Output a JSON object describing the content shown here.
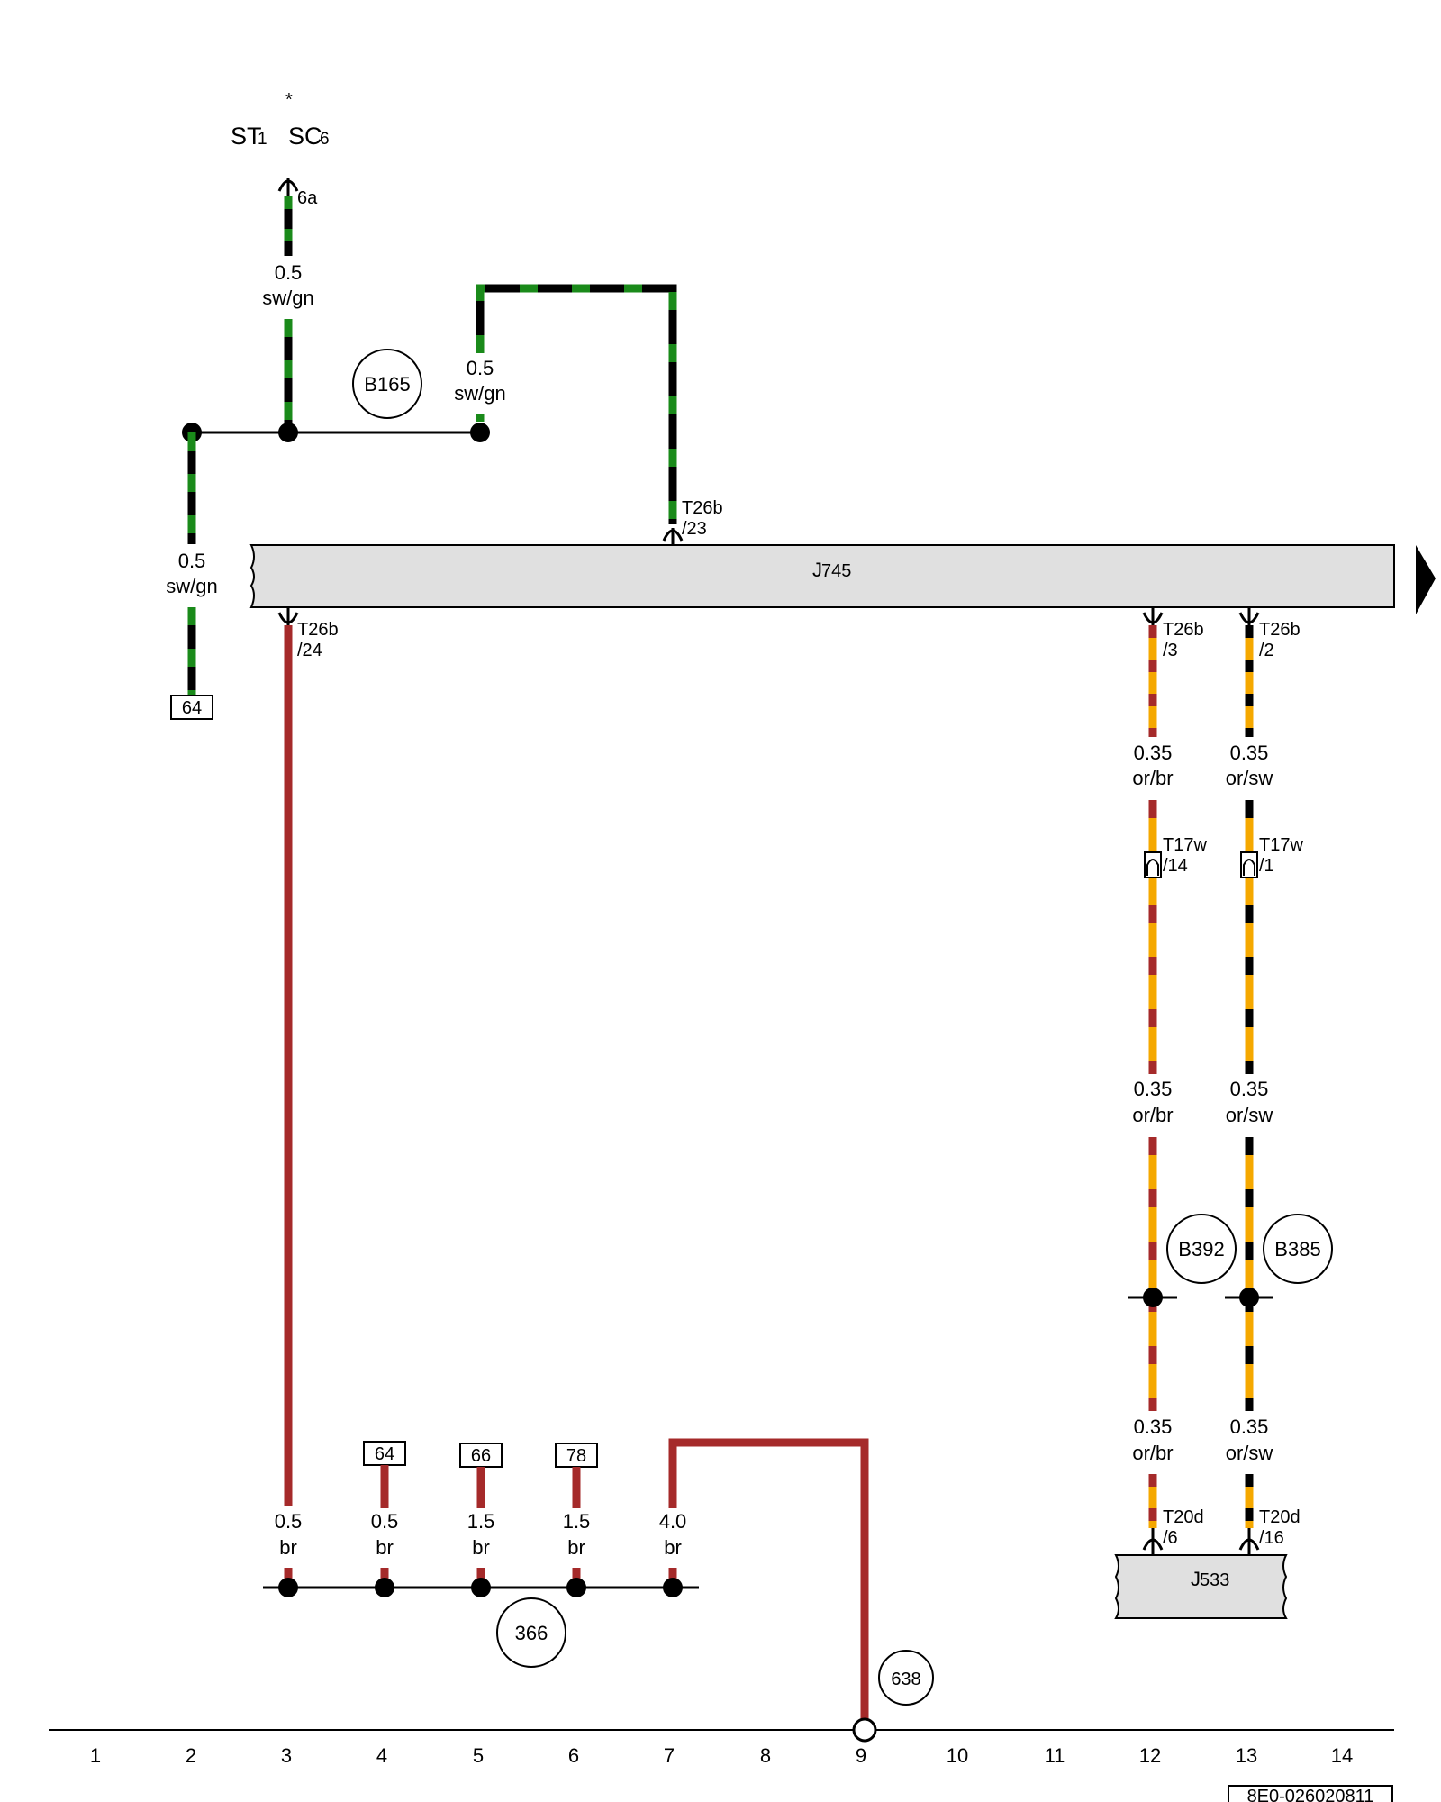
{
  "header": {
    "fuse_st": "ST",
    "fuse_st_num": "1",
    "fuse_sc": "SC",
    "fuse_sc_num": "6",
    "asterisk": "*",
    "fuse_terminal": "6a"
  },
  "components": {
    "j745_prefix": "J",
    "j745_num": "745",
    "j533_prefix": "J",
    "j533_num": "533"
  },
  "connectors": {
    "c_t26b_23_a": "T26b",
    "c_t26b_23_b": "/23",
    "c_t26b_24_a": "T26b",
    "c_t26b_24_b": "/24",
    "c_t26b_3_a": "T26b",
    "c_t26b_3_b": "/3",
    "c_t26b_2_a": "T26b",
    "c_t26b_2_b": "/2",
    "c_t17w_14_a": "T17w",
    "c_t17w_14_b": "/14",
    "c_t17w_1_a": "T17w",
    "c_t17w_1_b": "/1",
    "c_t20d_6_a": "T20d",
    "c_t20d_6_b": "/6",
    "c_t20d_16_a": "T20d",
    "c_t20d_16_b": "/16"
  },
  "wires": {
    "w_sc6_size": "0.5",
    "w_sc6_color": "sw/gn",
    "w_b165_size": "0.5",
    "w_b165_color": "sw/gn",
    "w_64a_size": "0.5",
    "w_64a_color": "sw/gn",
    "w_orbr1_size": "0.35",
    "w_orbr1_color": "or/br",
    "w_orsw1_size": "0.35",
    "w_orsw1_color": "or/sw",
    "w_orbr2_size": "0.35",
    "w_orbr2_color": "or/br",
    "w_orsw2_size": "0.35",
    "w_orsw2_color": "or/sw",
    "w_orbr3_size": "0.35",
    "w_orbr3_color": "or/br",
    "w_orsw3_size": "0.35",
    "w_orsw3_color": "or/sw",
    "w_br3_size": "0.5",
    "w_br3_color": "br",
    "w_br4_size": "0.5",
    "w_br4_color": "br",
    "w_br5_size": "1.5",
    "w_br5_color": "br",
    "w_br6_size": "1.5",
    "w_br6_color": "br",
    "w_br7_size": "4.0",
    "w_br7_color": "br"
  },
  "splices": {
    "b165": "B165",
    "b392": "B392",
    "b385": "B385",
    "s366": "366",
    "s638": "638"
  },
  "refs": {
    "ref_64_top": "64",
    "ref_64_bottom": "64",
    "ref_66": "66",
    "ref_78": "78"
  },
  "ruler": [
    "1",
    "2",
    "3",
    "4",
    "5",
    "6",
    "7",
    "8",
    "9",
    "10",
    "11",
    "12",
    "13",
    "14"
  ],
  "footer": {
    "drawing_code": "8E0-026020811"
  },
  "colors": {
    "sw": "#000000",
    "gn": "#1a8a1a",
    "or": "#f5a800",
    "br": "#a52a2a",
    "module_fill": "#e0e0e0"
  }
}
